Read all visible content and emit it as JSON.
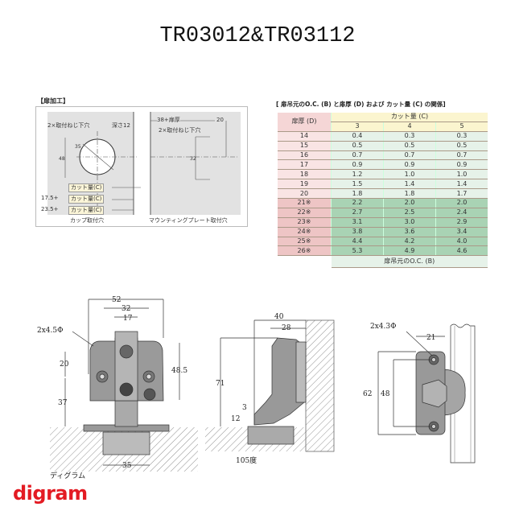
{
  "title": "TR03012&TR03112",
  "door_processing": {
    "heading": "【扉加工】",
    "cup_hole": {
      "caption": "カップ取付穴",
      "screw_hole_label": "2×取付ねじ下穴",
      "depth_label": "深さ12",
      "diameter_label": "35",
      "height_label": "48",
      "cut_labels": [
        "カット量(C)",
        "カット量(C)",
        "カット量(C)"
      ],
      "offset_labels": [
        "",
        "17.5+",
        "23.5+"
      ]
    },
    "mounting_plate": {
      "caption": "マウンティングプレート取付穴",
      "offset_label": "38+扉厚",
      "edge_label": "20",
      "screw_hole_label": "2×取付ねじ下穴",
      "spacing_label": "32"
    }
  },
  "table": {
    "title": "[ 扉吊元のO.C. (B) と扉厚 (D) および カット量 (C) の関係]",
    "row_header": "扉厚 (D)",
    "group_header": "カット量 (C)",
    "columns": [
      "3",
      "4",
      "5"
    ],
    "footer": "扉吊元のO.C. (B)",
    "rows": [
      {
        "d": "14",
        "v": [
          "0.4",
          "0.3",
          "0.3"
        ]
      },
      {
        "d": "15",
        "v": [
          "0.5",
          "0.5",
          "0.5"
        ]
      },
      {
        "d": "16",
        "v": [
          "0.7",
          "0.7",
          "0.7"
        ]
      },
      {
        "d": "17",
        "v": [
          "0.9",
          "0.9",
          "0.9"
        ]
      },
      {
        "d": "18",
        "v": [
          "1.2",
          "1.0",
          "1.0"
        ]
      },
      {
        "d": "19",
        "v": [
          "1.5",
          "1.4",
          "1.4"
        ]
      },
      {
        "d": "20",
        "v": [
          "1.8",
          "1.8",
          "1.7"
        ]
      },
      {
        "d": "21※",
        "v": [
          "2.2",
          "2.0",
          "2.0"
        ],
        "highlight": true
      },
      {
        "d": "22※",
        "v": [
          "2.7",
          "2.5",
          "2.4"
        ],
        "highlight": true
      },
      {
        "d": "23※",
        "v": [
          "3.1",
          "3.0",
          "2.9"
        ],
        "highlight": true
      },
      {
        "d": "24※",
        "v": [
          "3.8",
          "3.6",
          "3.4"
        ],
        "highlight": true
      },
      {
        "d": "25※",
        "v": [
          "4.4",
          "4.2",
          "4.0"
        ],
        "highlight": true
      },
      {
        "d": "26※",
        "v": [
          "5.3",
          "4.9",
          "4.6"
        ],
        "highlight": true
      }
    ]
  },
  "front_view": {
    "w52": "52",
    "w32": "32",
    "w17": "17",
    "hole": "2x4.5Φ",
    "h20": "20",
    "h37": "37",
    "h48_5": "48.5",
    "w35": "35"
  },
  "side_view": {
    "w40": "40",
    "w28": "28",
    "h71": "71",
    "d3": "3",
    "d12": "12",
    "angle": "105度"
  },
  "plate_view": {
    "hole": "2x4.3Φ",
    "w21": "21",
    "h62": "62",
    "h48": "48"
  },
  "logo": {
    "text": "digram",
    "kana": "ディグラム"
  },
  "colors": {
    "logo": "#e31b23",
    "table_pink": "#f9e4e4",
    "table_green": "#a9d3b4"
  }
}
